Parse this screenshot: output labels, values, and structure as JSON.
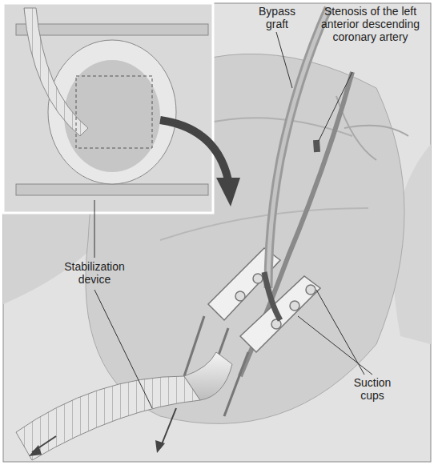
{
  "diagram": {
    "labels": [
      "Bypass graft",
      "Stenosis of the left anterior descending coronary artery",
      "Stabilization device",
      "Suction cups"
    ]
  }
}
